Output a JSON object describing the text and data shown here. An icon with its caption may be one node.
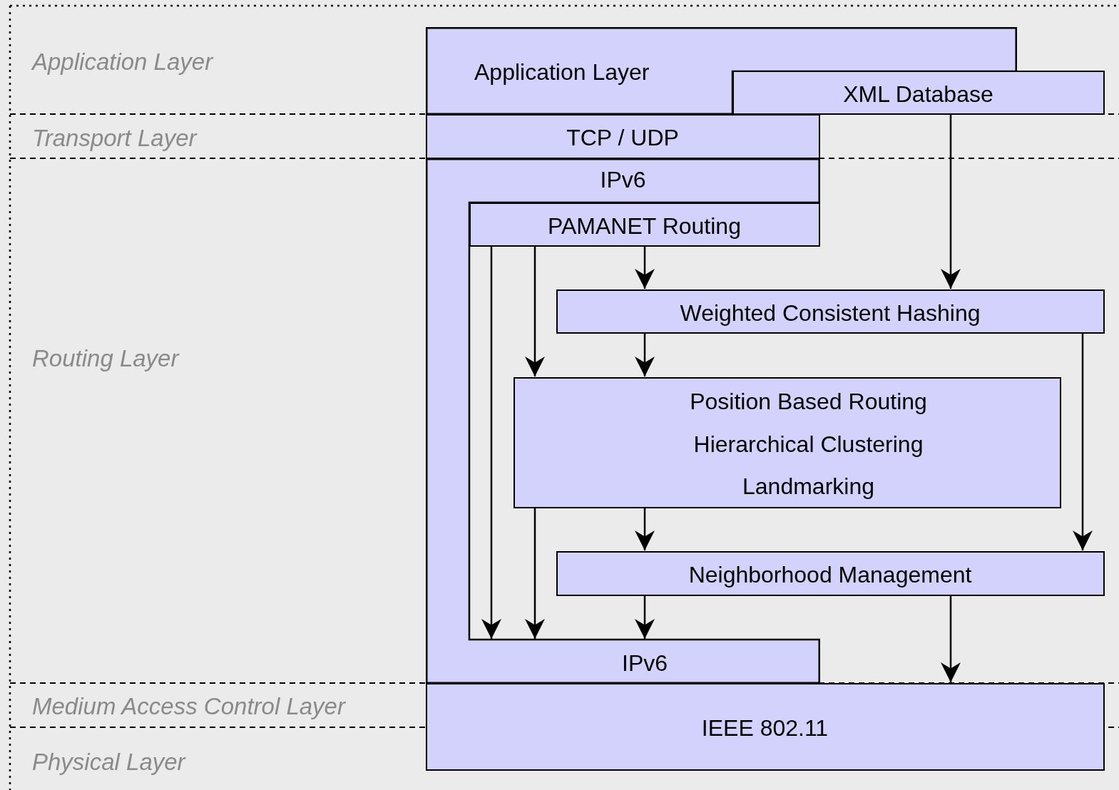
{
  "diagram": {
    "nodes": [
      {
        "text": [
          "Application Layer"
        ]
      },
      {
        "text": [
          "XML Database"
        ]
      },
      {
        "text": [
          "TCP / UDP"
        ]
      },
      {
        "text": [
          "IPv6",
          "IPv6"
        ]
      },
      {
        "text": [
          "PAMANET Routing"
        ]
      },
      {
        "text": [
          "Weighted Consistent Hashing"
        ]
      },
      {
        "text": [
          "Position Based Routing",
          "Hierarchical Clustering",
          "Landmarking"
        ]
      },
      {
        "text": [
          "Neighborhood Management"
        ]
      },
      {
        "text": [
          "IEEE 802.11"
        ]
      }
    ],
    "edges": [
      {
        "from": 1,
        "to": 5,
        "arrow": "to"
      },
      {
        "from": 4,
        "to": 5,
        "arrow": "to"
      },
      {
        "from": 4,
        "to": 6,
        "arrow": "to"
      },
      {
        "from": 4,
        "to": 3,
        "arrow": "to"
      },
      {
        "from": 5,
        "to": 6,
        "arrow": "to"
      },
      {
        "from": 5,
        "to": 7,
        "arrow": "to"
      },
      {
        "from": 6,
        "to": 7,
        "arrow": "to"
      },
      {
        "from": 6,
        "to": 3,
        "arrow": "to"
      },
      {
        "from": 7,
        "to": 3,
        "arrow": "to"
      },
      {
        "from": 7,
        "to": 8,
        "arrow": "to"
      }
    ],
    "labels": [
      "Application Layer",
      "Transport Layer",
      "Routing Layer",
      "Medium Access Control Layer",
      "Physical Layer"
    ]
  }
}
